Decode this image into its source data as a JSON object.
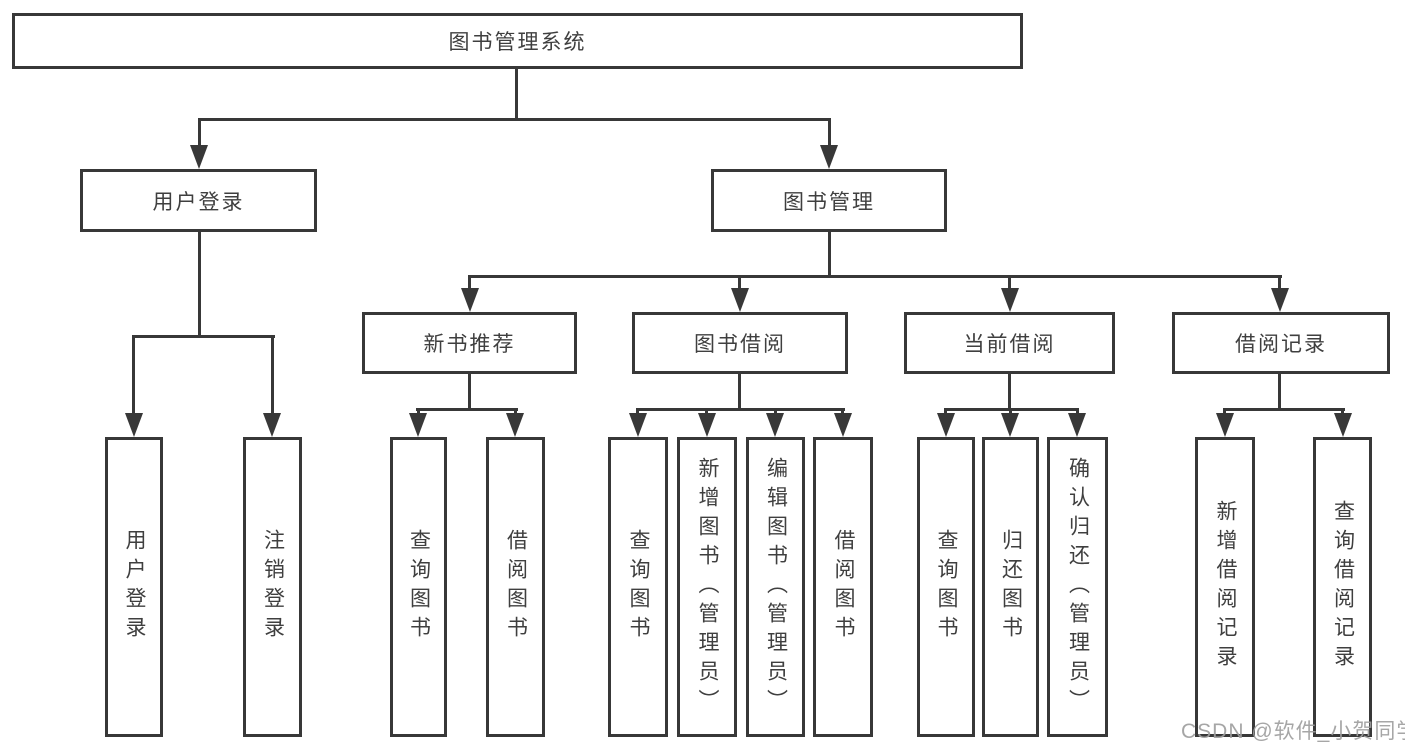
{
  "tree": {
    "label": "图书管理系统",
    "children": [
      {
        "label": "用户登录",
        "children": [
          {
            "label": "用户登录"
          },
          {
            "label": "注销登录"
          }
        ]
      },
      {
        "label": "图书管理",
        "children": [
          {
            "label": "新书推荐",
            "children": [
              {
                "label": "查询图书"
              },
              {
                "label": "借阅图书"
              }
            ]
          },
          {
            "label": "图书借阅",
            "children": [
              {
                "label": "查询图书"
              },
              {
                "label": "新增图书（管理员）"
              },
              {
                "label": "编辑图书（管理员）"
              },
              {
                "label": "借阅图书"
              }
            ]
          },
          {
            "label": "当前借阅",
            "children": [
              {
                "label": "查询图书"
              },
              {
                "label": "归还图书"
              },
              {
                "label": "确认归还（管理员）"
              }
            ]
          },
          {
            "label": "借阅记录",
            "children": [
              {
                "label": "新增借阅记录"
              },
              {
                "label": "查询借阅记录"
              }
            ]
          }
        ]
      }
    ]
  },
  "watermark": {
    "text": "CSDN @软件_小贺同学"
  },
  "colors": {
    "line": "#383838",
    "text": "#3f3f3f",
    "watermark": "#9e9e9e",
    "background": "#ffffff"
  }
}
